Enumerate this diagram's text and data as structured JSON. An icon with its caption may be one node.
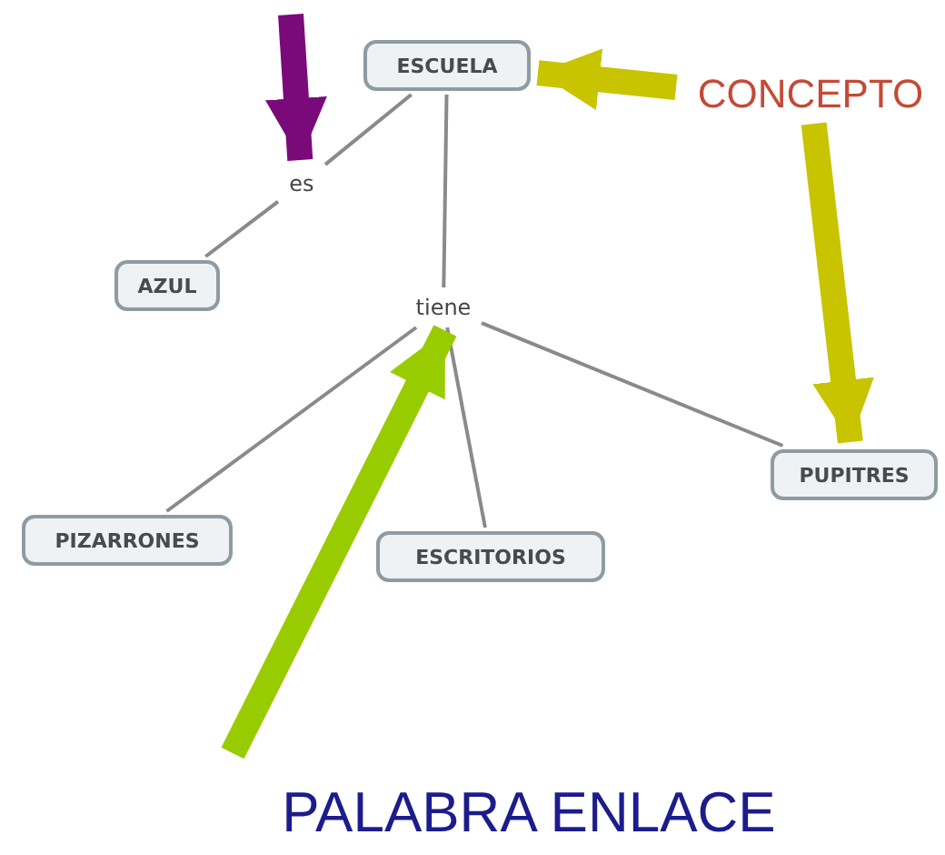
{
  "diagram": {
    "nodes": [
      {
        "text": [
          "ESCUELA"
        ]
      },
      {
        "text": [
          "CONCEPTO"
        ]
      },
      {
        "text": [
          "es"
        ]
      },
      {
        "text": [
          "AZUL"
        ]
      },
      {
        "text": [
          "tiene"
        ]
      },
      {
        "text": [
          "PIZARRONES"
        ]
      },
      {
        "text": [
          "ESCRITORIOS"
        ]
      },
      {
        "text": [
          "PUPITRES"
        ]
      },
      {
        "text": [
          "PALABRA ENLACE"
        ]
      }
    ],
    "edges": [
      {
        "from": 0,
        "to": 2,
        "arrow": "none"
      },
      {
        "from": 2,
        "to": 3,
        "arrow": "none"
      },
      {
        "from": 0,
        "to": 4,
        "arrow": "none"
      },
      {
        "from": 4,
        "to": 5,
        "arrow": "none"
      },
      {
        "from": 4,
        "to": 6,
        "arrow": "none"
      },
      {
        "from": 4,
        "to": 7,
        "arrow": "none"
      },
      {
        "from": 1,
        "to": 0,
        "arrow": "to",
        "style": "thick",
        "color": "#c8c400"
      },
      {
        "from": 1,
        "to": 7,
        "arrow": "to",
        "style": "thick",
        "color": "#c8c400"
      },
      {
        "from": null,
        "to": 2,
        "arrow": "to",
        "style": "thick",
        "color": "#7a0a7a"
      },
      {
        "from": 8,
        "to": 4,
        "arrow": "to",
        "style": "thick",
        "color": "#99cc00"
      }
    ]
  }
}
